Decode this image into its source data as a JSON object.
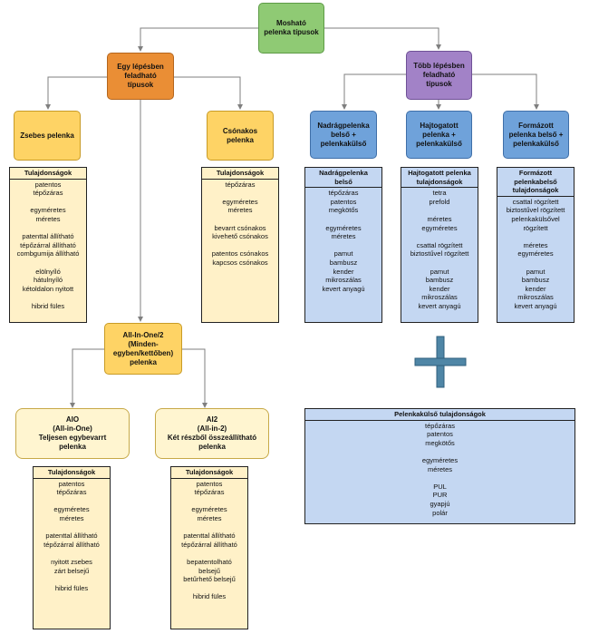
{
  "nodes": {
    "root": "Mosható\npelenka típusok",
    "egy": "Egy lépésben\nfeladható\ntípusok",
    "tobb": "Több lépésben\nfeladható\ntípusok",
    "zsebes": "Zsebes pelenka",
    "csonakos": "Csónakos\npelenka",
    "aio2": "All-In-One/2\n(Minden-\negyben/kettőben)\npelenka",
    "aio": "AIO\n(All-in-One)\nTeljesen egybevarrt\npelenka",
    "ai2": "AI2\n(All-in-2)\nKét részből összeállítható\npelenka",
    "nadrag": "Nadrágpelenka\nbelső +\npelenkakülső",
    "hajtogatott": "Hajtogatott\npelenka +\npelenkakülső",
    "formazott": "Formázott\npelenka belső +\npelenkakülső"
  },
  "panels": {
    "zsebes": {
      "title": "Tulajdonságok",
      "body": "patentos\ntépőzáras\n\negyméretes\nméretes\n\npatenttal állítható\ntépőzárral állítható\ncombgumija állítható\n\nelölnyíló\nhátulnyíló\nkétoldalon nyitott\n\nhibrid füles"
    },
    "csonakos": {
      "title": "Tulajdonságok",
      "body": "tépőzáras\n\negyméretes\nméretes\n\nbevarrt csónakos\nkivehető csónakos\n\npatentos csónakos\nkapcsos csónakos"
    },
    "nadrag": {
      "title": "Nadrágpelenka\nbelső",
      "body": "tépőzáras\npatentos\nmegkötős\n\negyméretes\nméretes\n\npamut\nbambusz\nkender\nmikroszálas\nkevert anyagú"
    },
    "hajtogatott": {
      "title": "Hajtogatott pelenka\ntulajdonságok",
      "body": "tetra\nprefold\n\nméretes\negyméretes\n\ncsattal rögzített\nbiztostűvel rögzített\n\npamut\nbambusz\nkender\nmikroszálas\nkevert anyagú"
    },
    "formazott": {
      "title": "Formázott\npelenkabelső\ntulajdonságok",
      "body": "csattal rögzített\nbiztostűvel rögzített\npelenkakülsővel\nrögzített\n\nméretes\negyméretes\n\npamut\nbambusz\nkender\nmikroszálas\nkevert anyagú"
    },
    "aio": {
      "title": "Tulajdonságok",
      "body": "patentos\ntépőzáras\n\negyméretes\nméretes\n\npatenttal állítható\ntépőzárral állítható\n\nnyitott zsebes\nzárt belsejű\n\nhibrid füles"
    },
    "ai2": {
      "title": "Tulajdonságok",
      "body": "patentos\ntépőzáras\n\negyméretes\nméretes\n\npatenttal állítható\ntépőzárral állítható\n\nbepatentolható\nbelsejű\nbetűrhető belsejű\n\nhibrid füles"
    },
    "kulso": {
      "title": "Pelenkakülső tulajdonságok",
      "body": "tépőzáras\npatentos\nmegkötős\n\negyméretes\nméretes\n\nPUL\nPUR\ngyapjú\npolár"
    }
  },
  "colors": {
    "green": "#8fca74",
    "orange": "#ea8e35",
    "purple": "#a282c7",
    "yellow": "#fed365",
    "blue": "#6fa2da",
    "panel_yellow": "#fff1c8",
    "panel_blue": "#c4d7f2",
    "plus": "#4f86a6",
    "connector": "#7f7f7f"
  }
}
